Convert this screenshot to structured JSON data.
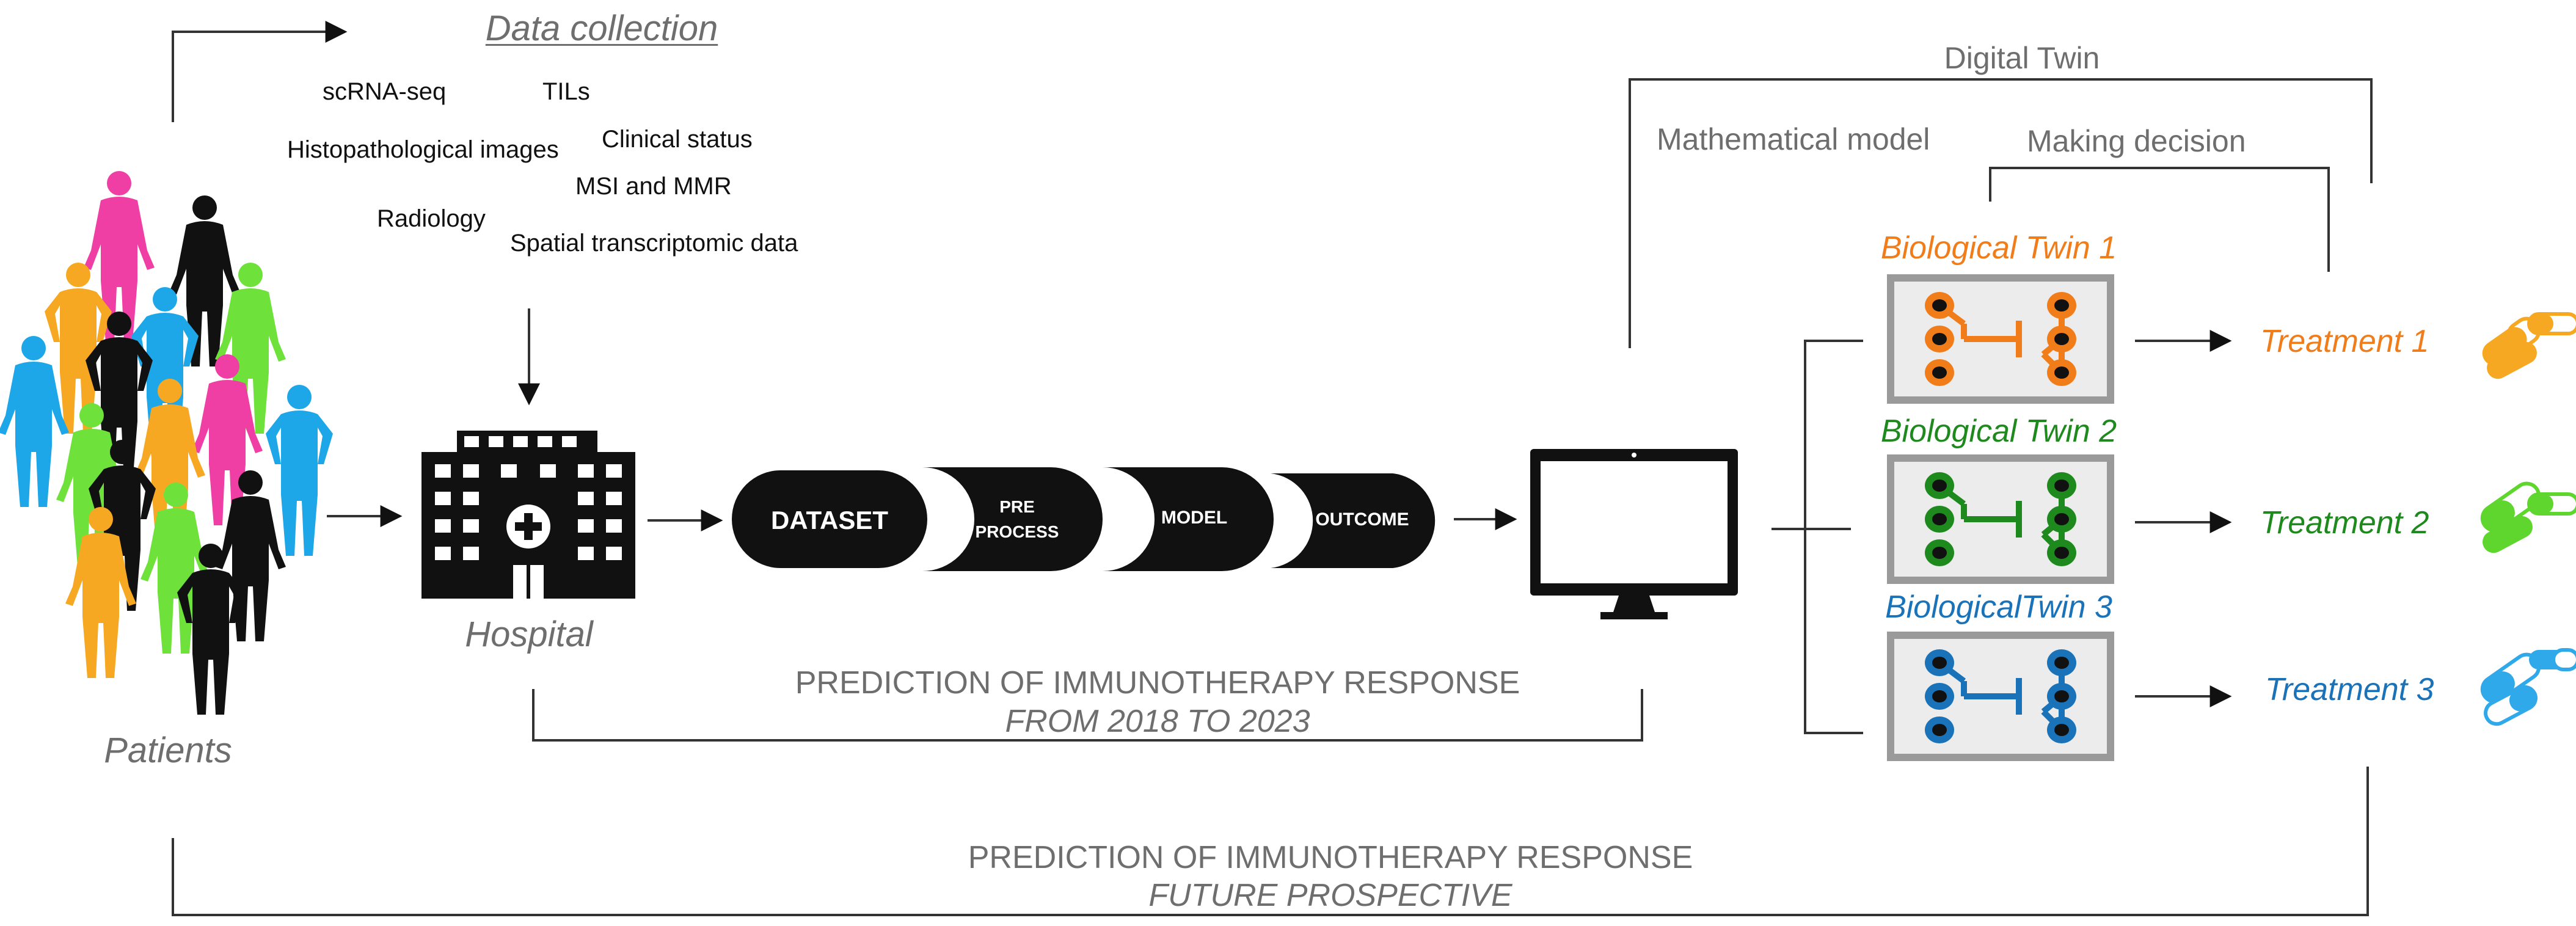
{
  "data_collection": {
    "title": "Data collection",
    "items": {
      "scrna": "scRNA-seq",
      "tils": "TILs",
      "histo": "Histopathological images",
      "clinical": "Clinical status",
      "msi": "MSI and MMR",
      "radiology": "Radiology",
      "spatial": "Spatial transcriptomic data"
    }
  },
  "labels": {
    "patients": "Patients",
    "hospital": "Hospital",
    "digital_twin": "Digital Twin",
    "mathematical_model": "Mathematical model",
    "making_decision": "Making decision"
  },
  "pipeline": {
    "dataset": "DATASET",
    "preprocess_line1": "PRE",
    "preprocess_line2": "PROCESS",
    "model": "MODEL",
    "outcome": "OUTCOME"
  },
  "retrospective": {
    "title": "PREDICTION OF IMMUNOTHERAPY RESPONSE",
    "subtitle": "FROM 2018 TO 2023"
  },
  "prospective": {
    "title": "PREDICTION OF IMMUNOTHERAPY RESPONSE",
    "subtitle": "FUTURE PROSPECTIVE"
  },
  "twins": [
    {
      "label": "Biological Twin 1",
      "treatment": "Treatment 1",
      "color": "#f07d1a"
    },
    {
      "label": "Biological Twin 2",
      "treatment": "Treatment 2",
      "color": "#1e8a1e"
    },
    {
      "label": "BiologicalTwin 3",
      "treatment": "Treatment 3",
      "color": "#1a72b8"
    }
  ],
  "colors": {
    "patient_orange": "#f7a823",
    "patient_pink": "#ef3fa4",
    "patient_blue": "#1ea7e8",
    "patient_green": "#6ee23a",
    "patient_black": "#111111",
    "line_gray": "#333333",
    "twin_box_border": "#9a9a9a",
    "twin_box_fill": "#ececec",
    "pill_green": "#5fd62e",
    "pill_blue": "#2fa9ea",
    "pill_orange": "#f7a823"
  }
}
